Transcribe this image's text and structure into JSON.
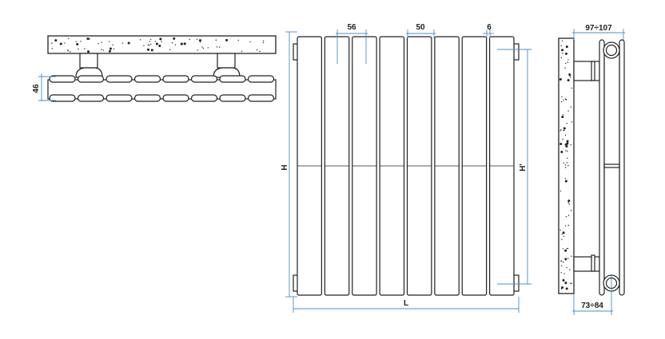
{
  "dimensions": {
    "top_depth": "46",
    "section_width": "56",
    "section_pitch": "50",
    "gap": "6",
    "height": "H",
    "axis_height": "H'",
    "length": "L",
    "wall_distance_max": "97÷107",
    "wall_distance_axis": "73÷84"
  },
  "section_count": 8,
  "colors": {
    "dimension_line": "#4a90c8",
    "outline": "#222222"
  }
}
